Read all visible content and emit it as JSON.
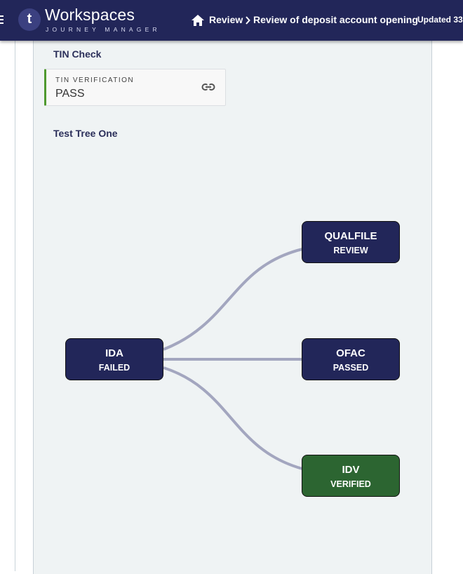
{
  "header": {
    "logo_letter": "t",
    "brand_name": "Workspaces",
    "brand_sub": "JOURNEY MANAGER",
    "breadcrumb_root": "Review",
    "breadcrumb_current": "Review of deposit account opening",
    "updated": "Updated 33"
  },
  "tin_section": {
    "title": "TIN Check",
    "card_label": "TIN VERIFICATION",
    "card_value": "PASS"
  },
  "tree": {
    "title": "Test Tree One",
    "root": {
      "name": "IDA",
      "status": "FAILED"
    },
    "children": [
      {
        "name": "QUALFILE",
        "status": "REVIEW"
      },
      {
        "name": "OFAC",
        "status": "PASSED"
      },
      {
        "name": "IDV",
        "status": "VERIFIED"
      }
    ]
  },
  "colors": {
    "header_bg": "#222659",
    "node_bg": "#222659",
    "node_success_bg": "#2c6531",
    "edge": "#a3a6bf",
    "tin_accent": "#4f9a2f",
    "panel_bg": "#eff3f4"
  },
  "icons": [
    "menu-icon",
    "home-icon",
    "chevron-right-icon",
    "link-icon"
  ]
}
